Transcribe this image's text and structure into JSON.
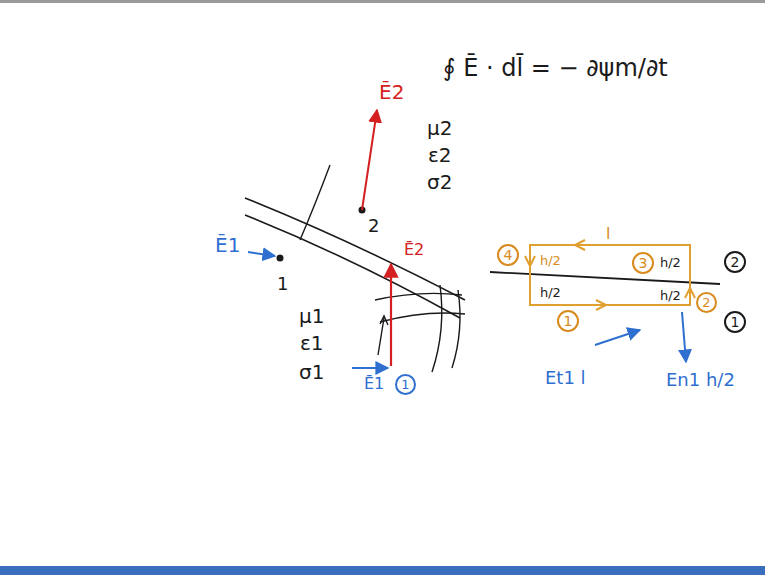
{
  "diagram": {
    "nodes": [
      {
        "text": [
          "4"
        ]
      },
      {
        "text": [
          "3"
        ]
      },
      {
        "text": [
          "2"
        ]
      },
      {
        "text": [
          "2"
        ]
      },
      {
        "text": [
          "1"
        ]
      },
      {
        "text": [
          "1"
        ]
      },
      {
        "text": [
          "1"
        ]
      }
    ],
    "labels": [
      "∮ Ē · dl̄ = − ∂ψm/∂t",
      "Ē2",
      "μ2",
      "ε2",
      "σ2",
      "2",
      "Ē1",
      "1",
      "μ1",
      "ε1",
      "σ1",
      "Ē2",
      "Ē1",
      "h/2",
      "h/2",
      "l",
      "h/2",
      "h/2",
      "Et1 l",
      "En1 h/2"
    ]
  }
}
